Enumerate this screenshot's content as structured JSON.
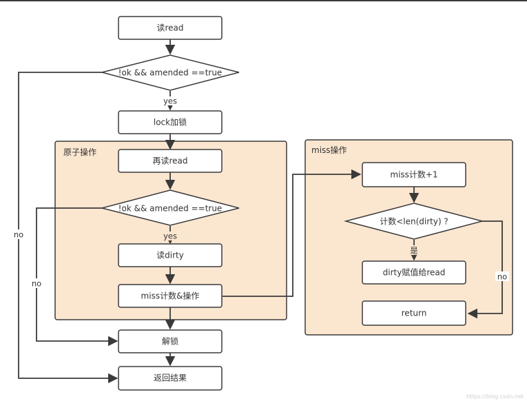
{
  "colors": {
    "stroke": "#3a3a3a",
    "group_fill": "#fbe6d0",
    "node_fill": "#ffffff",
    "text": "#333333"
  },
  "groups": {
    "atomic": {
      "title": "原子操作"
    },
    "miss": {
      "title": "miss操作"
    }
  },
  "nodes": {
    "read": "读read",
    "check1": "!ok && amended ==true",
    "lock": "lock加锁",
    "reread": "再读read",
    "check2": "!ok && amended ==true",
    "read_dirty": "读dirty",
    "miss_count_op": "miss计数&操作",
    "unlock": "解锁",
    "return_result": "返回结果",
    "miss_inc": "miss计数+1",
    "check3": "计数<len(dirty) ?",
    "dirty_to_read": "dirty赋值给read",
    "return": "return"
  },
  "edge_labels": {
    "yes1": "yes",
    "no1": "no",
    "yes2": "yes",
    "no2": "no",
    "yes3": "是",
    "no3": "no"
  },
  "watermark": "https://blog.csdn.net"
}
